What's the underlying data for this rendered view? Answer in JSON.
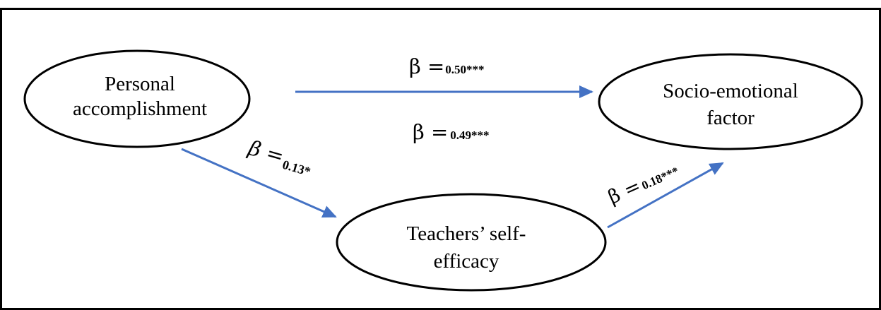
{
  "nodes": {
    "personal_accomplishment": {
      "line1": "Personal",
      "line2": "accomplishment"
    },
    "socio_emotional": {
      "line1": "Socio-emotional",
      "line2": "factor"
    },
    "self_efficacy": {
      "line1": "Teachers’ self-",
      "line2": "efficacy"
    }
  },
  "paths": {
    "direct": {
      "beta": "β =",
      "value": "0.50***"
    },
    "total": {
      "beta": "β =",
      "value": "0.49***"
    },
    "a_path": {
      "beta": "β =",
      "value": "0.13*"
    },
    "b_path": {
      "beta": "β =",
      "value": "0.18***"
    }
  },
  "colors": {
    "arrow": "#4472C4",
    "outline": "#000000"
  }
}
